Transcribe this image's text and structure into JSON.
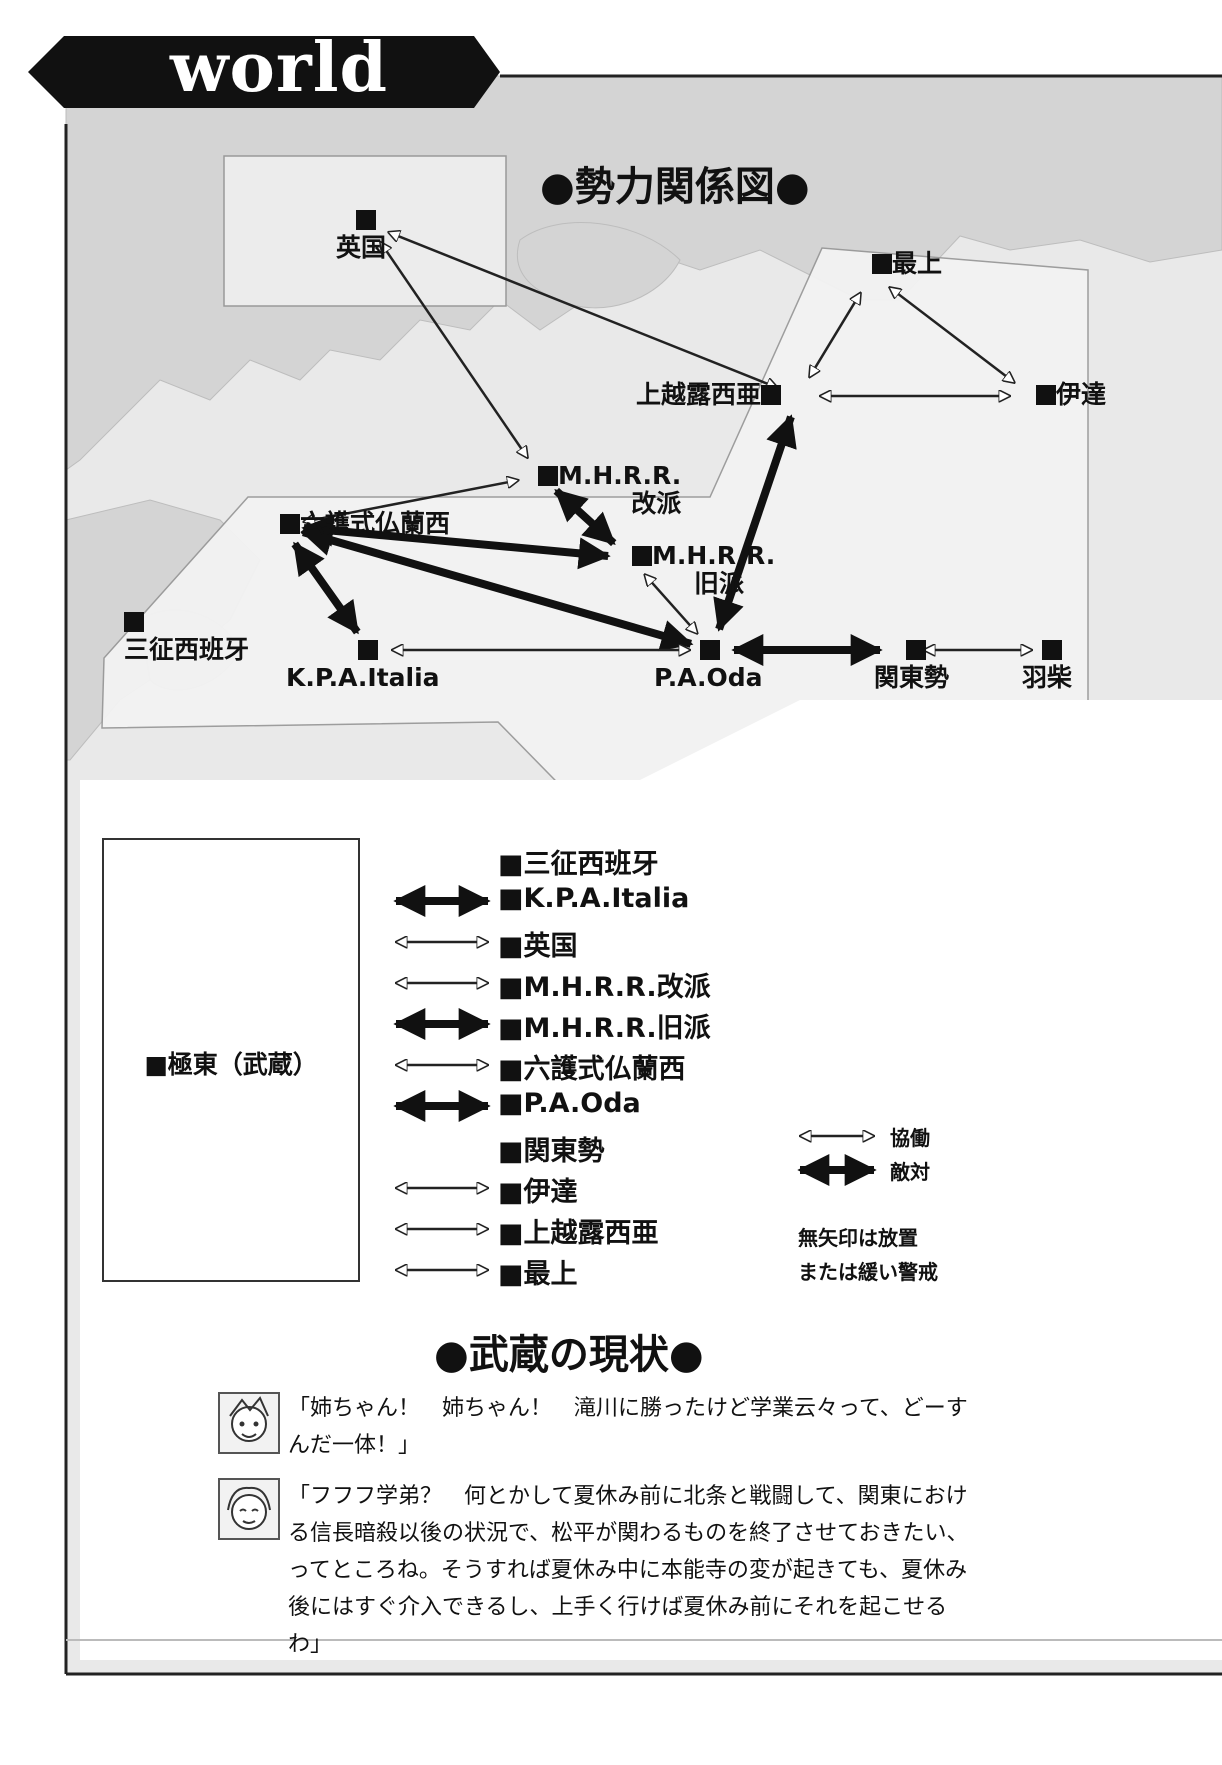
{
  "header": {
    "title": "world"
  },
  "diagram": {
    "title": "●勢力関係図●",
    "nodes": {
      "eikoku": "英国",
      "mogami": "最上",
      "date": "伊達",
      "uesugi": "上越露西亜",
      "mhrr_kaiha_1": "M.H.R.R.",
      "mhrr_kaiha_2": "改派",
      "mhrr_kyuha_1": "M.H.R.R.",
      "mhrr_kyuha_2": "旧派",
      "rokugo": "六護式仏蘭西",
      "sansei": "三征西班牙",
      "kpa": "K.P.A.Italia",
      "pa": "P.A.Oda",
      "kanto": "関東勢",
      "hashiba": "羽柴"
    },
    "links": [
      {
        "from": "eikoku",
        "to": "uesugi",
        "type": "協働"
      },
      {
        "from": "eikoku",
        "to": "mhrr_kaiha",
        "type": "協働"
      },
      {
        "from": "mogami",
        "to": "uesugi",
        "type": "協働"
      },
      {
        "from": "mogami",
        "to": "date",
        "type": "協働"
      },
      {
        "from": "uesugi",
        "to": "date",
        "type": "協働"
      },
      {
        "from": "rokugo",
        "to": "mhrr_kaiha",
        "type": "協働"
      },
      {
        "from": "mhrr_kaiha",
        "to": "mhrr_kyuha",
        "type": "敵対"
      },
      {
        "from": "rokugo",
        "to": "mhrr_kyuha",
        "type": "敵対"
      },
      {
        "from": "rokugo",
        "to": "pa",
        "type": "敵対"
      },
      {
        "from": "rokugo",
        "to": "kpa",
        "type": "敵対"
      },
      {
        "from": "mhrr_kyuha",
        "to": "pa",
        "type": "協働"
      },
      {
        "from": "pa",
        "to": "uesugi",
        "type": "敵対"
      },
      {
        "from": "kpa",
        "to": "pa",
        "type": "協働"
      },
      {
        "from": "pa",
        "to": "kanto",
        "type": "敵対"
      },
      {
        "from": "kanto",
        "to": "hashiba",
        "type": "協働"
      }
    ]
  },
  "center": {
    "label": "■極東（武蔵）"
  },
  "relations": [
    {
      "name": "■三征西班牙",
      "type": "none"
    },
    {
      "name": "■K.P.A.Italia",
      "type": "hostile"
    },
    {
      "name": "■英国",
      "type": "cooperation"
    },
    {
      "name": "■M.H.R.R.改派",
      "type": "cooperation"
    },
    {
      "name": "■M.H.R.R.旧派",
      "type": "hostile"
    },
    {
      "name": "■六護式仏蘭西",
      "type": "cooperation"
    },
    {
      "name": "■P.A.Oda",
      "type": "hostile"
    },
    {
      "name": "■関東勢",
      "type": "none"
    },
    {
      "name": "■伊達",
      "type": "cooperation"
    },
    {
      "name": "■上越露西亜",
      "type": "cooperation"
    },
    {
      "name": "■最上",
      "type": "cooperation"
    }
  ],
  "key": {
    "cooperation": "協働",
    "hostile": "敵対",
    "note_1": "無矢印は放置",
    "note_2": "または緩い警戒"
  },
  "status": {
    "title": "●武蔵の現状●",
    "quote_1": "「姉ちゃん！　姉ちゃん！　滝川に勝ったけど学業云々って、どーすんだ一体！」",
    "quote_2": "「フフフ学弟？　何とかして夏休み前に北条と戦闘して、関東における信長暗殺以後の状況で、松平が関わるものを終了させておきたい、ってところね。そうすれば夏休み中に本能寺の変が起きても、夏休み後にはすぐ介入できるし、上手く行けば夏休み前にそれを起こせるわ」"
  },
  "colors": {
    "map_land": "#d7d7d7",
    "map_sea": "#f2f2f2",
    "ink": "#111111"
  }
}
